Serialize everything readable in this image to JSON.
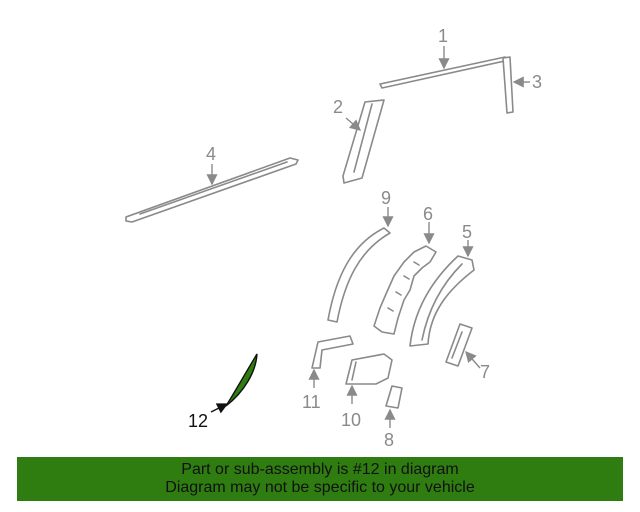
{
  "diagram": {
    "highlighted_part": "12",
    "highlight_color": "#2f7d10",
    "callouts": {
      "p1": "1",
      "p2": "2",
      "p3": "3",
      "p4": "4",
      "p5": "5",
      "p6": "6",
      "p7": "7",
      "p8": "8",
      "p9": "9",
      "p10": "10",
      "p11": "11",
      "p12": "12"
    }
  },
  "banner": {
    "line1": "Part or sub-assembly is #12 in diagram",
    "line2": "Diagram may not be specific to your vehicle",
    "background_color": "#2f7d10"
  }
}
